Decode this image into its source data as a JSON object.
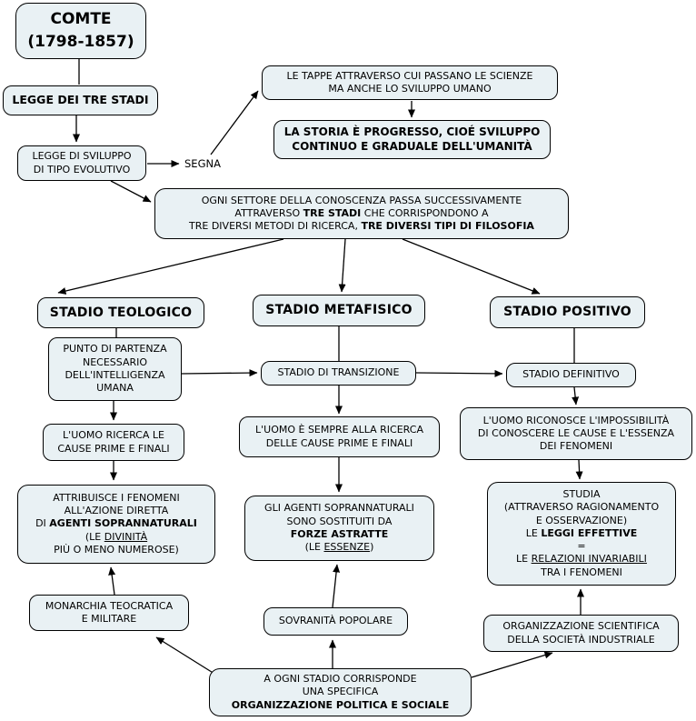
{
  "diagram": {
    "title": "Mappa concettuale: Comte e la legge dei tre stadi",
    "colors": {
      "node_fill": "#e9f1f4",
      "node_border": "#000000",
      "background": "#ffffff",
      "text": "#000000"
    },
    "nodes": {
      "comte": {
        "l1": "COMTE",
        "l2": "(1798-1857)"
      },
      "legge_tre_stadi": {
        "label": "LEGGE DEI TRE STADI"
      },
      "le_tappe": {
        "l1": "LE TAPPE ATTRAVERSO CUI PASSANO LE SCIENZE",
        "l2": "MA ANCHE LO SVILUPPO UMANO"
      },
      "la_storia": {
        "l1": "LA STORIA È PROGRESSO, CIOÉ SVILUPPO",
        "l2": "CONTINUO E GRADUALE DELL'UMANITÀ"
      },
      "legge_sviluppo": {
        "l1": "LEGGE DI SVILUPPO",
        "l2": "DI TIPO EVOLUTIVO"
      },
      "segna": {
        "label": "SEGNA"
      },
      "ogni_settore": {
        "l1": "OGNI SETTORE DELLA CONOSCENZA PASSA SUCCESSIVAMENTE",
        "l2a": "ATTRAVERSO ",
        "l2b": "TRE STADI",
        "l2c": " CHE CORRISPONDONO A",
        "l3a": "TRE DIVERSI METODI DI RICERCA, ",
        "l3b": "TRE DIVERSI TIPI DI FILOSOFIA"
      },
      "stadio_teologico": {
        "label": "STADIO TEOLOGICO"
      },
      "stadio_metafisico": {
        "label": "STADIO METAFISICO"
      },
      "stadio_positivo": {
        "label": "STADIO POSITIVO"
      },
      "punto_di_partenza": {
        "l1": "PUNTO DI PARTENZA",
        "l2": "NECESSARIO",
        "l3": "DELL'INTELLIGENZA",
        "l4": "UMANA"
      },
      "stadio_transizione": {
        "label": "STADIO DI TRANSIZIONE"
      },
      "stadio_definitivo": {
        "label": "STADIO DEFINITIVO"
      },
      "uomo_ricerca": {
        "l1": "L'UOMO RICERCA LE",
        "l2": "CAUSE PRIME E FINALI"
      },
      "uomo_sempre": {
        "l1": "L'UOMO È SEMPRE ALLA RICERCA",
        "l2": "DELLE CAUSE PRIME E FINALI"
      },
      "uomo_riconosce": {
        "l1": "L'UOMO RICONOSCE L'IMPOSSIBILITÀ",
        "l2": "DI CONOSCERE LE CAUSE E L'ESSENZA",
        "l3": "DEI FENOMENI"
      },
      "attribuisce": {
        "l1": "ATTRIBUISCE I FENOMENI",
        "l2": "ALL'AZIONE DIRETTA",
        "l3a": "DI ",
        "l3b": "AGENTI SOPRANNATURALI",
        "l4a": "(LE ",
        "l4b": "DIVINITÀ",
        "l5": "PIÙ O MENO NUMEROSE)"
      },
      "gli_agenti": {
        "l1": "GLI AGENTI SOPRANNATURALI",
        "l2": "SONO SOSTITUITI DA",
        "l3": "FORZE ASTRATTE",
        "l4a": "(LE ",
        "l4b": "ESSENZE",
        "l4c": ")"
      },
      "studia": {
        "l1": "STUDIA",
        "l2": "(ATTRAVERSO RAGIONAMENTO",
        "l3": "E OSSERVAZIONE)",
        "l4a": "LE ",
        "l4b": "LEGGI EFFETTIVE",
        "l5": "=",
        "l6a": "LE ",
        "l6b": "RELAZIONI INVARIABILI",
        "l7": "TRA I FENOMENI"
      },
      "monarchia": {
        "l1": "MONARCHIA TEOCRATICA",
        "l2": "E MILITARE"
      },
      "sovranita": {
        "label": "SOVRANITÀ POPOLARE"
      },
      "org_scientifica": {
        "l1": "ORGANIZZAZIONE SCIENTIFICA",
        "l2": "DELLA SOCIETÀ INDUSTRIALE"
      },
      "a_ogni_stadio": {
        "l1": "A OGNI STADIO CORRISPONDE",
        "l2": "UNA SPECIFICA",
        "l3": "ORGANIZZAZIONE POLITICA E SOCIALE"
      }
    }
  }
}
